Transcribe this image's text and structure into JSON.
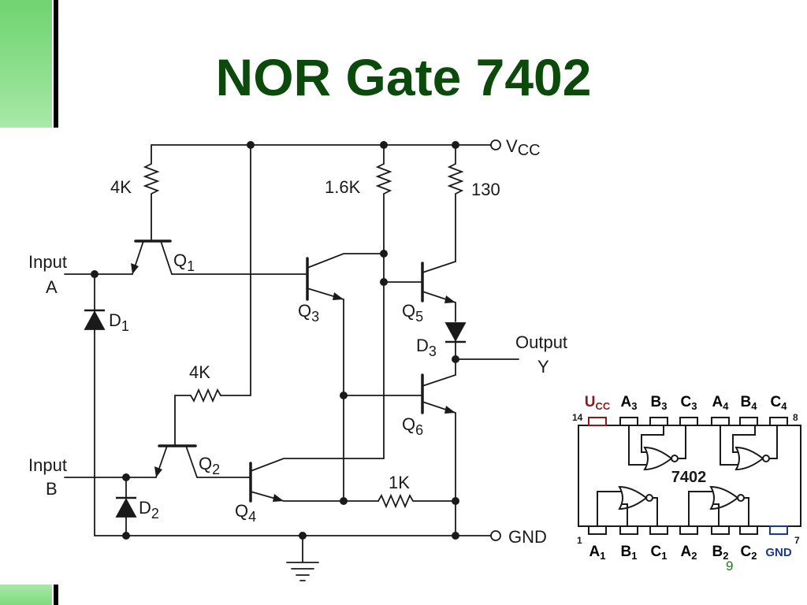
{
  "slide": {
    "title": "NOR Gate 7402",
    "page_number": "9"
  },
  "circuit": {
    "supply_label": "V",
    "supply_subscript": "CC",
    "ground_label": "GND",
    "input_a": [
      "Input",
      "A"
    ],
    "input_b": [
      "Input",
      "B"
    ],
    "output": [
      "Output",
      "Y"
    ],
    "resistors": {
      "r1": "4K",
      "r2": "4K",
      "r3": "1.6K",
      "r4": "130",
      "r5": "1K"
    },
    "transistors": {
      "q1": {
        "base": "Q",
        "sub": "1"
      },
      "q2": {
        "base": "Q",
        "sub": "2"
      },
      "q3": {
        "base": "Q",
        "sub": "3"
      },
      "q4": {
        "base": "Q",
        "sub": "4"
      },
      "q5": {
        "base": "Q",
        "sub": "5"
      },
      "q6": {
        "base": "Q",
        "sub": "6"
      }
    },
    "diodes": {
      "d1": {
        "base": "D",
        "sub": "1"
      },
      "d2": {
        "base": "D",
        "sub": "2"
      },
      "d3": {
        "base": "D",
        "sub": "3"
      }
    }
  },
  "pinout": {
    "chip_label": "7402",
    "top_pins": [
      {
        "base": "U",
        "sub": "CC",
        "color": "#8b1a1a"
      },
      {
        "base": "A",
        "sub": "3",
        "color": "#000000"
      },
      {
        "base": "B",
        "sub": "3",
        "color": "#000000"
      },
      {
        "base": "C",
        "sub": "3",
        "color": "#000000"
      },
      {
        "base": "A",
        "sub": "4",
        "color": "#000000"
      },
      {
        "base": "B",
        "sub": "4",
        "color": "#000000"
      },
      {
        "base": "C",
        "sub": "4",
        "color": "#000000"
      }
    ],
    "bottom_pins": [
      {
        "base": "A",
        "sub": "1",
        "color": "#000000"
      },
      {
        "base": "B",
        "sub": "1",
        "color": "#000000"
      },
      {
        "base": "C",
        "sub": "1",
        "color": "#000000"
      },
      {
        "base": "A",
        "sub": "2",
        "color": "#000000"
      },
      {
        "base": "B",
        "sub": "2",
        "color": "#000000"
      },
      {
        "base": "C",
        "sub": "2",
        "color": "#000000"
      },
      {
        "base": "GND",
        "sub": "",
        "color": "#1a3a8b"
      }
    ],
    "pin_numbers": {
      "top_left": "14",
      "top_right": "8",
      "bottom_left": "1",
      "bottom_right": "7"
    }
  },
  "colors": {
    "title": "#0b4a0b",
    "vcc_pin": "#8b1a1a",
    "gnd_pin": "#1a3a8b"
  }
}
